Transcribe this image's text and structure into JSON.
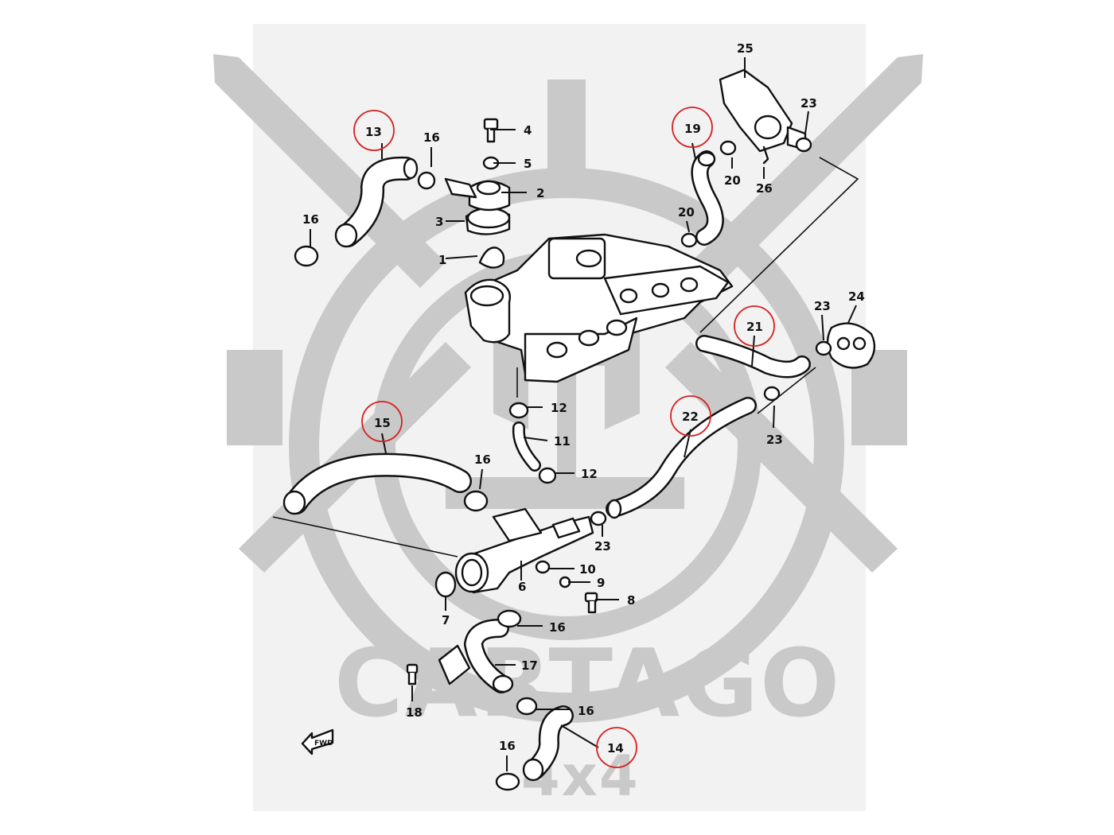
{
  "diagram": {
    "watermark_text": "CARTAGO",
    "watermark_sub": "4x4",
    "fwd_label": "FWD",
    "highlight_color": "#d62020",
    "parts": [
      {
        "label": "1"
      },
      {
        "label": "2"
      },
      {
        "label": "3"
      },
      {
        "label": "4"
      },
      {
        "label": "5"
      },
      {
        "label": "6"
      },
      {
        "label": "7"
      },
      {
        "label": "8"
      },
      {
        "label": "9"
      },
      {
        "label": "10"
      },
      {
        "label": "11"
      },
      {
        "label": "12"
      },
      {
        "label": "12"
      },
      {
        "label": "13"
      },
      {
        "label": "14"
      },
      {
        "label": "15"
      },
      {
        "label": "16"
      },
      {
        "label": "16"
      },
      {
        "label": "16"
      },
      {
        "label": "16"
      },
      {
        "label": "16"
      },
      {
        "label": "16"
      },
      {
        "label": "17"
      },
      {
        "label": "18"
      },
      {
        "label": "19"
      },
      {
        "label": "20"
      },
      {
        "label": "20"
      },
      {
        "label": "21"
      },
      {
        "label": "22"
      },
      {
        "label": "23"
      },
      {
        "label": "23"
      },
      {
        "label": "23"
      },
      {
        "label": "23"
      },
      {
        "label": "24"
      },
      {
        "label": "25"
      },
      {
        "label": "26"
      }
    ],
    "highlighted_parts": [
      "13",
      "19",
      "21",
      "15",
      "22",
      "14"
    ]
  }
}
